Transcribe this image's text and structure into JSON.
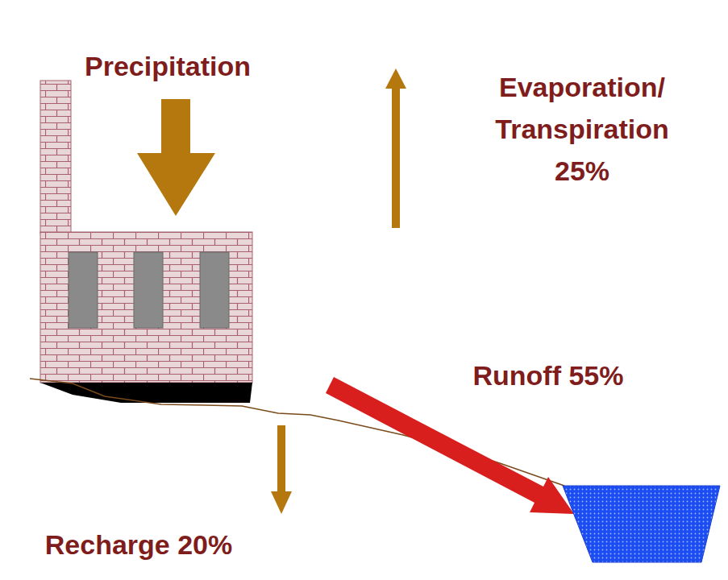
{
  "diagram": {
    "labels": [
      "Precipitation",
      "Evaporation/ Transpiration 25%",
      "Runoff 55%",
      "Recharge 20%"
    ]
  }
}
